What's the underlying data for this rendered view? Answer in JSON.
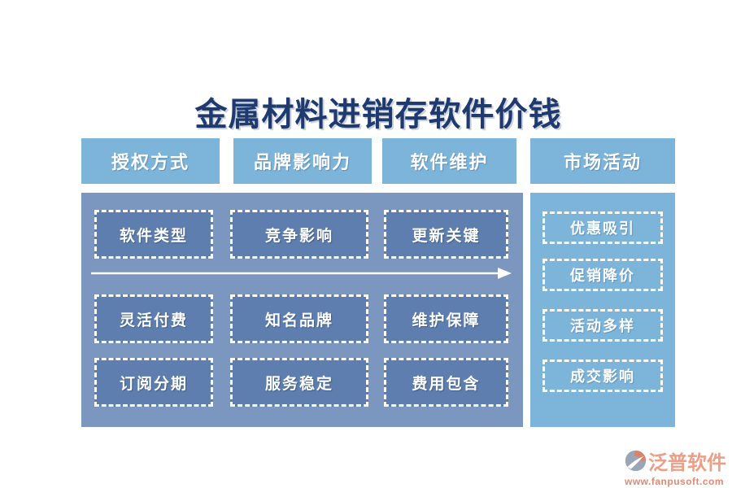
{
  "title": "金属材料进销存软件价钱",
  "columns": [
    {
      "header": "授权方式",
      "items": [
        "软件类型",
        "灵活付费",
        "订阅分期"
      ]
    },
    {
      "header": "品牌影响力",
      "items": [
        "竞争影响",
        "知名品牌",
        "服务稳定"
      ]
    },
    {
      "header": "软件维护",
      "items": [
        "更新关键",
        "维护保障",
        "费用包含"
      ]
    },
    {
      "header": "市场活动",
      "items": [
        "优惠吸引",
        "促销降价",
        "活动多样",
        "成交影响"
      ]
    }
  ],
  "watermark": {
    "brand": "泛普软件"
  },
  "footer": {
    "brand": "泛普软件",
    "url": "www.fanpusoft.com"
  },
  "icons": {
    "arrow": "right-arrow-icon",
    "logo": "fanpu-logo-icon"
  },
  "colors": {
    "title_navy": "#1e3a6e",
    "header_light_blue": "#7db5da",
    "panel_slate_blue": "#7b96bf",
    "node_dark_blue": "#5d7eae",
    "dashed_border": "#ffffff",
    "brand_salmon": "#ec9f86",
    "brand_grey": "#9aa5b6"
  }
}
